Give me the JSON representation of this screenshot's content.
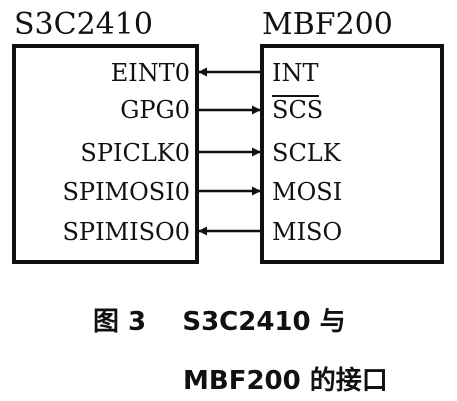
{
  "left_chip": {
    "name": "S3C2410",
    "pins": [
      "EINT0",
      "GPG0",
      "SPICLK0",
      "SPIMOSI0",
      "SPIMISO0"
    ]
  },
  "right_chip": {
    "name": "MBF200",
    "pins": [
      {
        "label": "INT",
        "overbar": false
      },
      {
        "label": "SCS",
        "overbar": true
      },
      {
        "label": "SCLK",
        "overbar": false
      },
      {
        "label": "MOSI",
        "overbar": false
      },
      {
        "label": "MISO",
        "overbar": false
      }
    ]
  },
  "connections": [
    {
      "from": "MBF200.INT",
      "to": "S3C2410.EINT0",
      "direction": "to-left"
    },
    {
      "from": "S3C2410.GPG0",
      "to": "MBF200.SCS",
      "direction": "to-right"
    },
    {
      "from": "S3C2410.SPICLK0",
      "to": "MBF200.SCLK",
      "direction": "to-right"
    },
    {
      "from": "S3C2410.SPIMOSI0",
      "to": "MBF200.MOSI",
      "direction": "to-right"
    },
    {
      "from": "MBF200.MISO",
      "to": "S3C2410.SPIMISO0",
      "direction": "to-left"
    }
  ],
  "caption": {
    "line1": "图 3    S3C2410 与",
    "line2": "MBF200 的接口"
  },
  "colors": {
    "ink": "#111111",
    "background": "#ffffff"
  }
}
